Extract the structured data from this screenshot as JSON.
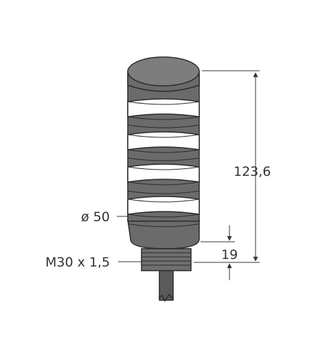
{
  "drawing": {
    "dimensions": {
      "height": "123,6",
      "diameter": "ø 50",
      "thread": "M30 x 1,5",
      "base_height": "19"
    },
    "colors": {
      "dark_ring": "#707070",
      "light_ring": "#ffffff",
      "outline": "#2a2a2a",
      "dimension_line": "#333333",
      "cap_top": "#7d7d7d"
    }
  }
}
